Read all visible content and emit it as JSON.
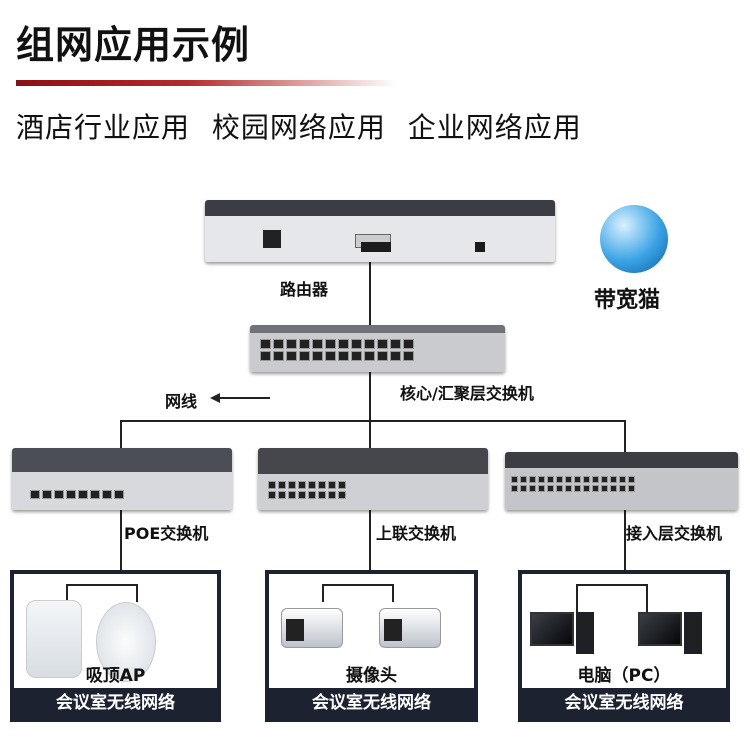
{
  "header": {
    "title": "组网应用示例",
    "subtitle": "酒店行业应用 校园网络应用 企业网络应用"
  },
  "diagram": {
    "router": "路由器",
    "modem": "带宽猫",
    "core_switch": "核心/汇聚层交换机",
    "cable": "网线",
    "switches": [
      "POE交换机",
      "上联交换机",
      "接入层交换机"
    ],
    "endpoints": [
      {
        "name": "吸顶AP",
        "footer": "会议室无线网络"
      },
      {
        "name": "摄像头",
        "footer": "会议室无线网络"
      },
      {
        "name": "电脑（PC）",
        "footer": "会议室无线网络"
      }
    ]
  }
}
